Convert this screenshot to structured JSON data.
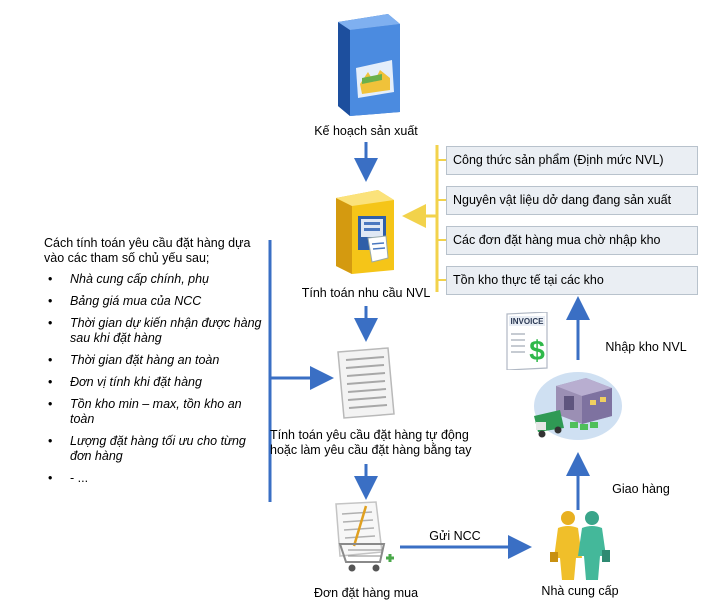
{
  "nodes": {
    "production_plan": "Kế hoạch sản xuất",
    "material_needs": "Tính toán nhu cầu NVL",
    "order_calc_line1": "Tính toán yêu cầu đặt hàng tự động",
    "order_calc_line2": "hoặc làm yêu cầu đặt hàng bằng tay",
    "purchase_order": "Đơn đặt hàng mua",
    "supplier": "Nhà cung cấp",
    "warehouse_receipt": "Nhập kho NVL"
  },
  "edges": {
    "send_supplier": "Gửi NCC",
    "delivery": "Giao hàng"
  },
  "inputs": [
    "Công thức sản phẩm (Định mức NVL)",
    "Nguyên vật liệu dở dang đang sản xuất",
    "Các đơn đặt hàng mua chờ nhập kho",
    "Tồn kho thực tế tại các kho"
  ],
  "parameters": {
    "intro": "Cách tính toán yêu cầu đặt hàng dựa vào các tham số chủ yếu sau;",
    "items": [
      "Nhà cung cấp chính, phụ",
      "Bảng giá mua của NCC",
      "Thời gian dự kiến nhận được hàng sau khi đặt hàng",
      "Thời gian đặt hàng an toàn",
      "Đơn vị tính khi đặt hàng",
      "Tồn kho min – max, tồn kho an toàn",
      "Lượng đặt hàng tối ưu cho từng đơn hàng",
      "- ..."
    ]
  },
  "icons": {
    "invoice_text": "INVOICE",
    "currency_symbol": "$"
  },
  "colors": {
    "arrow_blue": "#3a6fc4",
    "bracket_yellow": "#f2d24b",
    "box_fill": "#eaeef3"
  }
}
